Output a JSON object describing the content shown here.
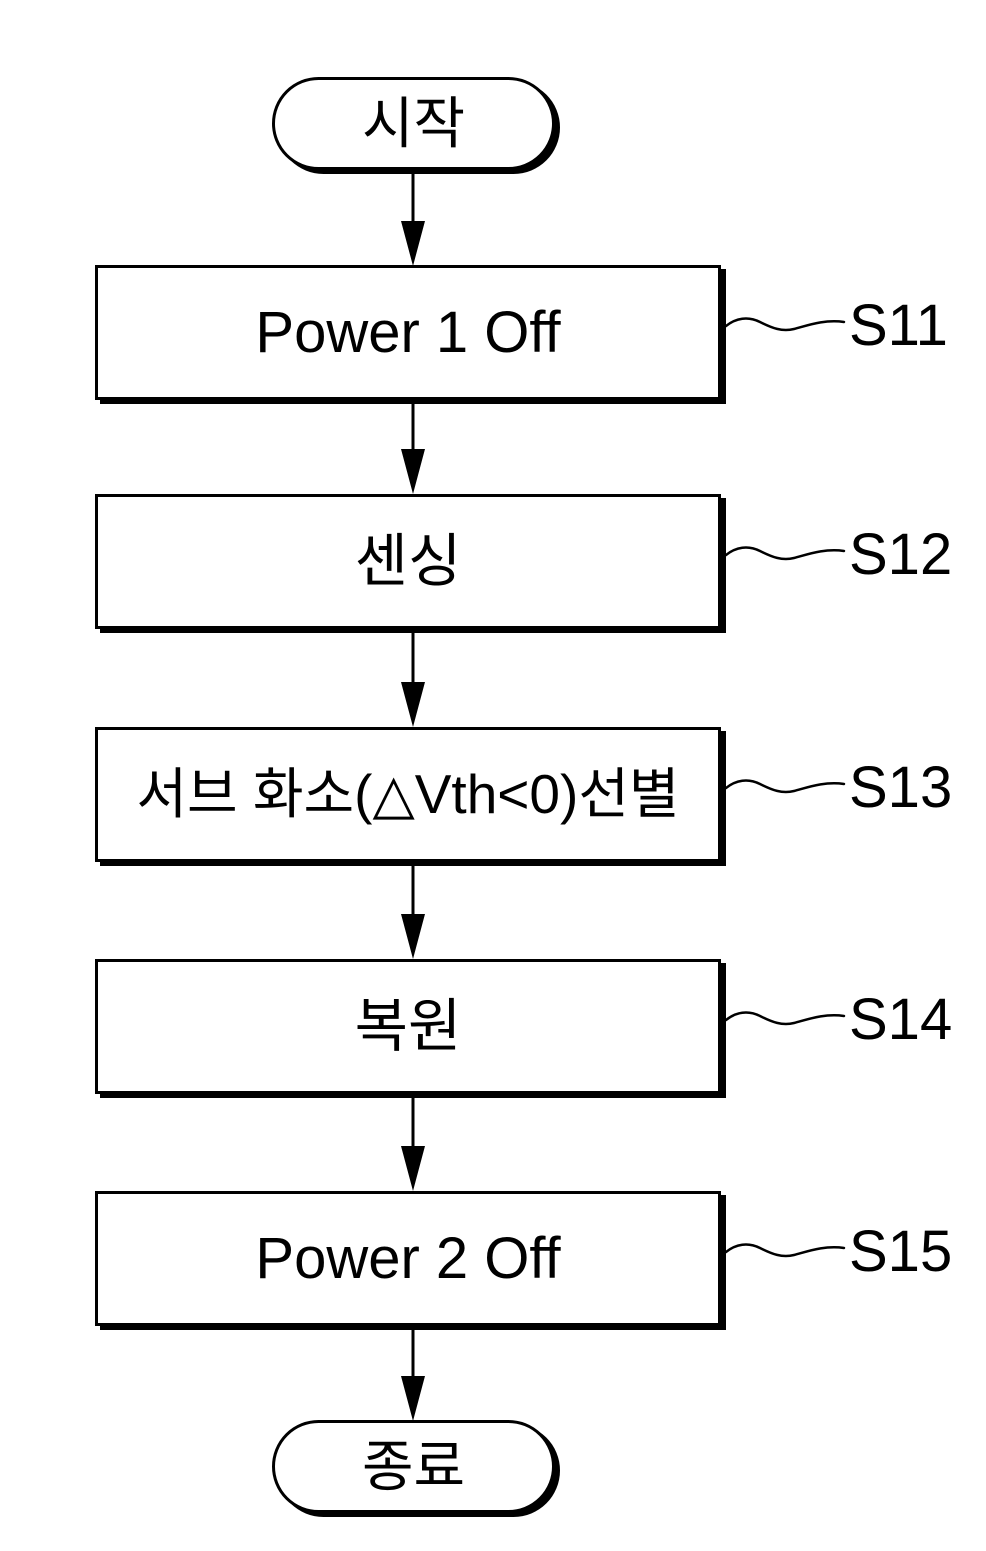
{
  "figure": {
    "type": "flowchart",
    "background_color": "#ffffff",
    "line_color": "#000000",
    "start_label": "시작",
    "end_label": "종료",
    "steps": [
      {
        "label": "Power 1 Off",
        "tag": "S11"
      },
      {
        "label": "센싱",
        "tag": "S12"
      },
      {
        "label": "서브 화소(△Vth<0)선별",
        "tag": "S13"
      },
      {
        "label": "복원",
        "tag": "S14"
      },
      {
        "label": "Power 2 Off",
        "tag": "S15"
      }
    ]
  }
}
